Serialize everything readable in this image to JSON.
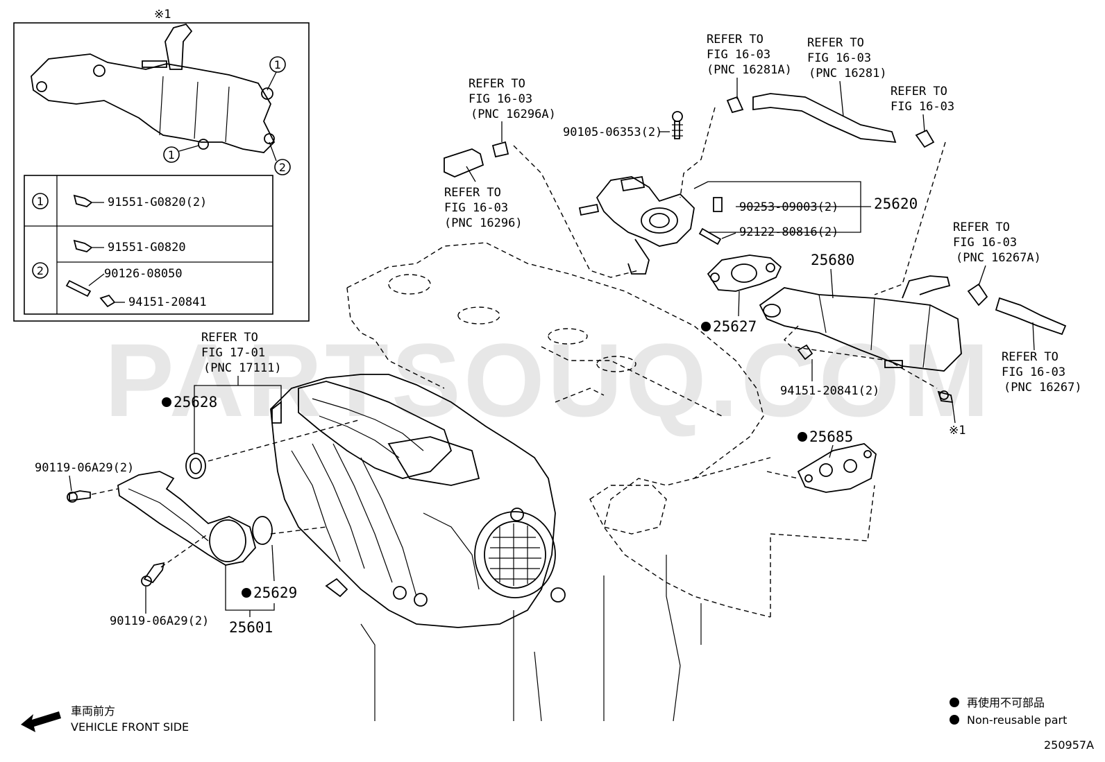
{
  "inset": {
    "note_mark": "※1",
    "table": [
      {
        "key": "1",
        "parts": [
          "91551-G0820(2)"
        ]
      },
      {
        "key": "2",
        "parts": [
          "91551-G0820",
          "90126-08050",
          "94151-20841"
        ]
      }
    ],
    "callouts": [
      "1",
      "1",
      "2"
    ]
  },
  "refs": {
    "r1": {
      "line1": "REFER TO",
      "line2": "FIG 16-03",
      "line3": "(PNC 16296A)"
    },
    "r2": {
      "line1": "REFER TO",
      "line2": "FIG 16-03",
      "line3": "(PNC 16296)"
    },
    "r3": {
      "line1": "REFER TO",
      "line2": "FIG 16-03",
      "line3": "(PNC 16281A)"
    },
    "r4": {
      "line1": "REFER TO",
      "line2": "FIG 16-03",
      "line3": "(PNC 16281)"
    },
    "r5": {
      "line1": "REFER TO",
      "line2": "FIG 16-03"
    },
    "r6": {
      "line1": "REFER TO",
      "line2": "FIG 16-03",
      "line3": "(PNC 16267A)"
    },
    "r7": {
      "line1": "REFER TO",
      "line2": "FIG 16-03",
      "line3": "(PNC 16267)"
    },
    "r8": {
      "line1": "REFER TO",
      "line2": "FIG 17-01",
      "line3": "(PNC 17111)"
    }
  },
  "parts": {
    "p90105": "90105-06353(2)",
    "p25620": "25620",
    "p90253": "90253-09003(2)",
    "p92122": "92122-80816(2)",
    "p25680": "25680",
    "p25627": "25627",
    "p94151": "94151-20841(2)",
    "p25685": "25685",
    "p25628": "25628",
    "p90119a": "90119-06A29(2)",
    "p90119b": "90119-06A29(2)",
    "p25629": "25629",
    "p25601": "25601",
    "note_mark": "※1"
  },
  "watermark": "PARTSOUQ.COM",
  "direction": {
    "jp": "車両前方",
    "en": "VEHICLE FRONT SIDE"
  },
  "legend": {
    "jp": "再使用不可部品",
    "en": "Non-reusable part"
  },
  "figure_id": "250957A"
}
